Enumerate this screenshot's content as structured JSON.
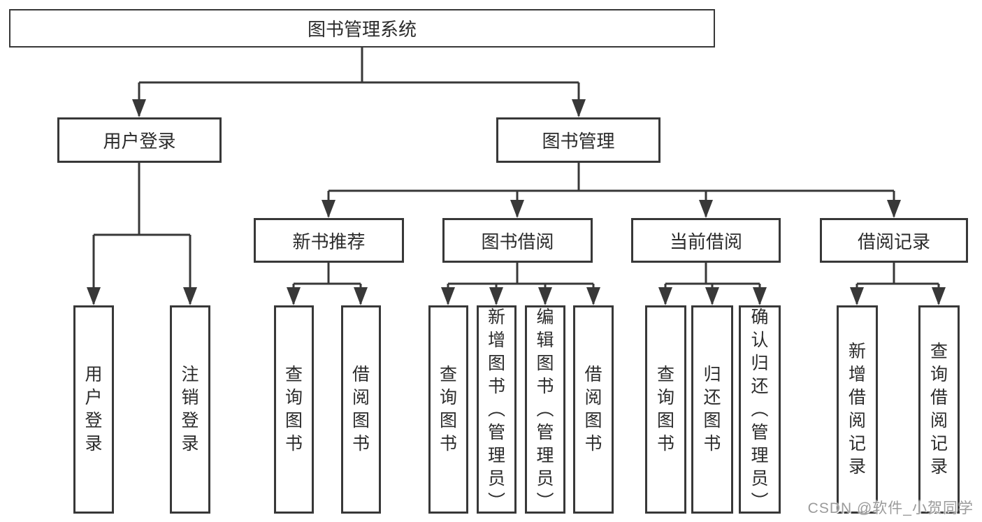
{
  "diagram": {
    "tree": {
      "label": "图书管理系统",
      "children": [
        {
          "label": "用户登录",
          "children": [
            {
              "label": "用户登录"
            },
            {
              "label": "注销登录"
            }
          ]
        },
        {
          "label": "图书管理",
          "children": [
            {
              "label": "新书推荐",
              "children": [
                {
                  "label": "查询图书"
                },
                {
                  "label": "借阅图书"
                }
              ]
            },
            {
              "label": "图书借阅",
              "children": [
                {
                  "label": "查询图书"
                },
                {
                  "label": "新增图书（管理员）"
                },
                {
                  "label": "编辑图书（管理员）"
                },
                {
                  "label": "借阅图书"
                }
              ]
            },
            {
              "label": "当前借阅",
              "children": [
                {
                  "label": "查询图书"
                },
                {
                  "label": "归还图书"
                },
                {
                  "label": "确认归还（管理员）"
                }
              ]
            },
            {
              "label": "借阅记录",
              "children": [
                {
                  "label": "新增借阅记录"
                },
                {
                  "label": "查询借阅记录"
                }
              ]
            }
          ]
        }
      ]
    },
    "colors": {
      "line": "#383838",
      "text": "#2b2b2b",
      "background": "#ffffff",
      "watermark_gray": "#9b9b9b"
    }
  },
  "watermark": {
    "text": "CSDN @软件_小贺同学"
  }
}
